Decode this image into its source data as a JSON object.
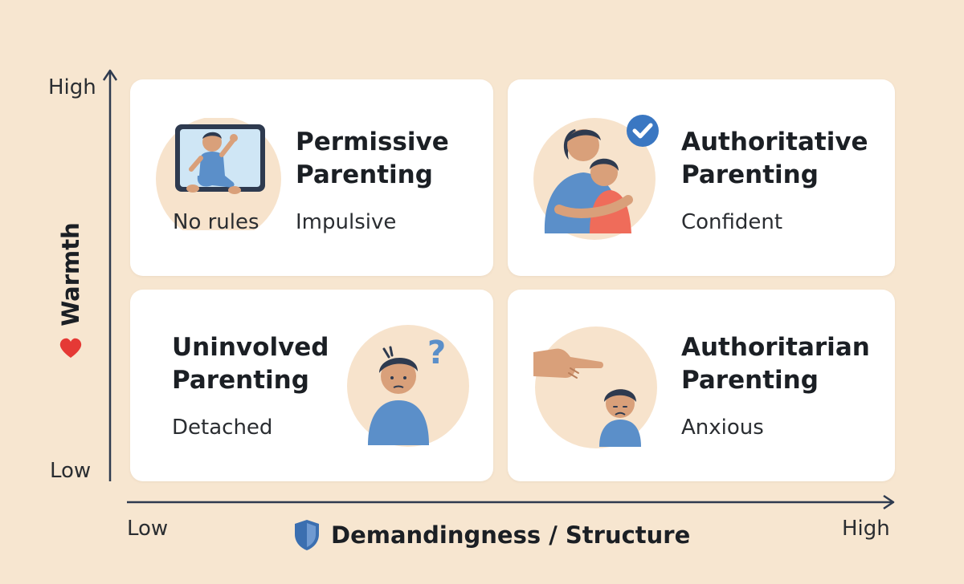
{
  "quadrants": {
    "top_left": {
      "title_line1": "Permissive",
      "title_line2": "Parenting",
      "desc": "Impulsive",
      "illustration_caption": "No rules",
      "illustration": "child-waving-on-tablet"
    },
    "top_right": {
      "title_line1": "Authoritative",
      "title_line2": "Parenting",
      "desc": "Confident",
      "illustration": "parent-hugging-child-with-check"
    },
    "bottom_left": {
      "title_line1": "Uninvolved",
      "title_line2": "Parenting",
      "desc": "Detached",
      "illustration": "child-with-question-mark"
    },
    "bottom_right": {
      "title_line1": "Authoritarian",
      "title_line2": "Parenting",
      "desc": "Anxious",
      "illustration": "pointing-hand-at-sad-child"
    }
  },
  "y_axis": {
    "title": "Warmth",
    "icon": "heart-icon",
    "high_label": "High",
    "low_label": "Low"
  },
  "x_axis": {
    "title": "Demandingness / Structure",
    "icon": "shield-icon",
    "low_label": "Low",
    "high_label": "High"
  },
  "colors": {
    "background": "#f7e6d0",
    "card": "#ffffff",
    "illustration_circle": "#f7e3cc",
    "shirt_blue": "#5b8fc9",
    "skin": "#d9a07a",
    "hair": "#2e3a4f",
    "heart_red": "#e53935",
    "shield_blue": "#3b6fb0",
    "check_blue": "#3a77c2",
    "question_blue": "#5b8fc9",
    "axis_line": "#2e3a4f"
  }
}
